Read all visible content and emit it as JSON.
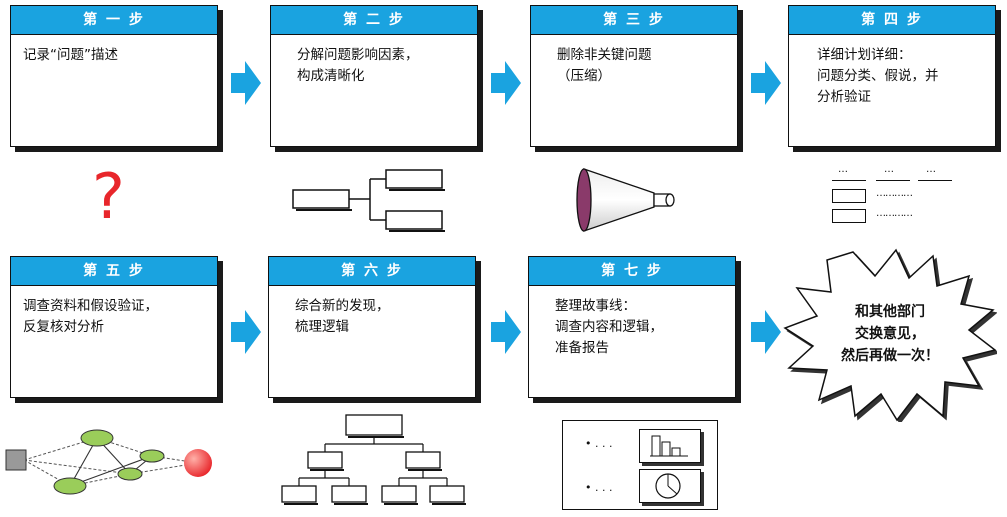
{
  "steps": [
    {
      "title": "第 一 步",
      "text": "记录“问题”描述"
    },
    {
      "title": "第 二 步",
      "text": "分解问题影响因素，\n构成清晰化"
    },
    {
      "title": "第 三 步",
      "text": "删除非关键问题\n（压缩）"
    },
    {
      "title": "第 四 步",
      "text": "详细计划详细：\n问题分类、假说，并\n分析验证"
    },
    {
      "title": "第 五 步",
      "text": "调查资料和假设验证，\n反复核对分析"
    },
    {
      "title": "第 六 步",
      "text": "综合新的发现，\n梳理逻辑"
    },
    {
      "title": "第 七 步",
      "text": "整理故事线：\n调查内容和逻辑，\n准备报告"
    }
  ],
  "final": {
    "text": "和其他部门\n交换意见，\n然后再做一次！"
  },
  "question_mark": "?",
  "dots": {
    "short": "…",
    "long": "…………",
    "mid": "• . . ."
  },
  "colors": {
    "header": "#1aa3e0",
    "arrow": "#1aa3e0",
    "question": "#e8262b",
    "node": "#9acd5a",
    "target": "#e8262b"
  }
}
